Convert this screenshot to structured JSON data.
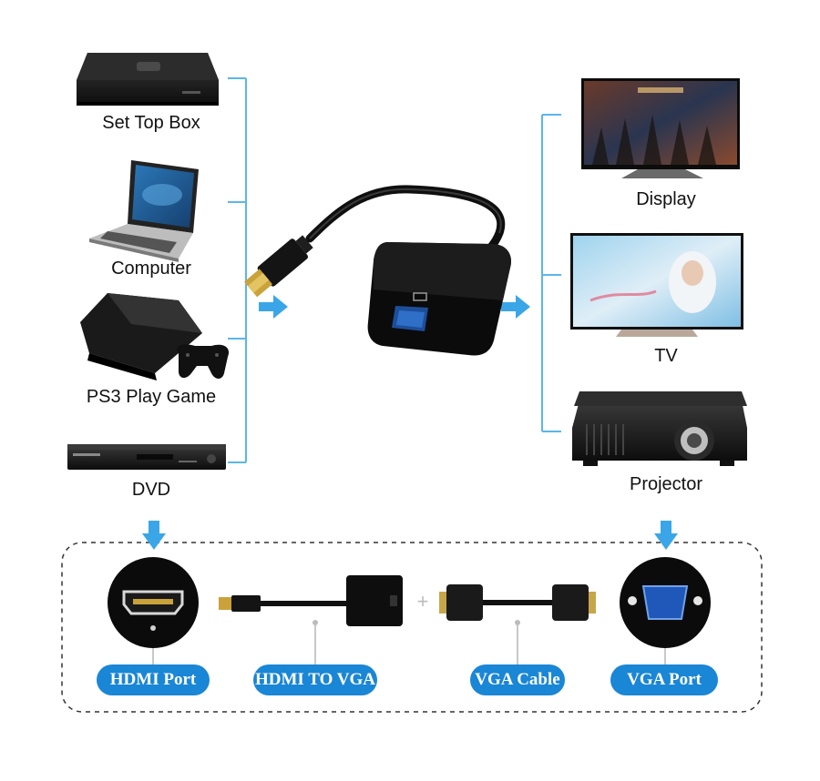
{
  "sources": [
    {
      "label": "Set Top Box",
      "icon": "set-top-box-icon"
    },
    {
      "label": "Computer",
      "icon": "laptop-icon"
    },
    {
      "label": "PS3 Play Game",
      "icon": "game-console-icon"
    },
    {
      "label": "DVD",
      "icon": "dvd-player-icon"
    }
  ],
  "outputs": [
    {
      "label": "Display",
      "icon": "monitor-icon"
    },
    {
      "label": "TV",
      "icon": "tv-icon"
    },
    {
      "label": "Projector",
      "icon": "projector-icon"
    }
  ],
  "legend": {
    "hdmi_port": "HDMI Port",
    "hdmi_to_vga": "HDMI TO VGA",
    "vga_cable": "VGA Cable",
    "vga_port": "VGA Port",
    "plus": "+"
  },
  "colors": {
    "accent": "#1a86d6",
    "bracket": "#5bb6ea",
    "device": "#1b1b1b"
  }
}
